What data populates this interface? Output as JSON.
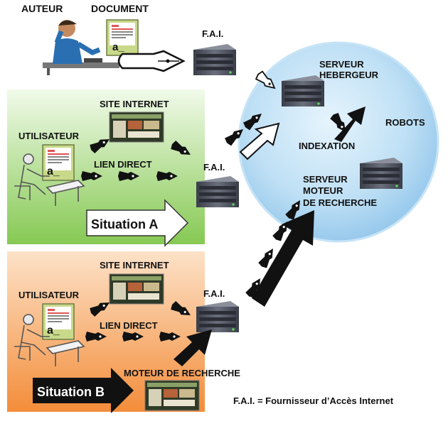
{
  "top": {
    "author_label": "AUTEUR",
    "document_label": "DOCUMENT",
    "doc_glyph": "a_",
    "fai_label": "F.A.I."
  },
  "circle": {
    "host_label_line1": "SERVEUR",
    "host_label_line2": "HEBERGEUR",
    "robots_label": "ROBOTS",
    "indexation_label": "INDEXATION",
    "search_label_line1": "SERVEUR",
    "search_label_line2": "MOTEUR",
    "search_label_line3": "DE RECHERCHE"
  },
  "panel_a": {
    "site_label": "SITE INTERNET",
    "user_label": "UTILISATEUR",
    "doc_glyph": "a_",
    "direct_link_label": "LIEN DIRECT",
    "fai_label": "F.A.I.",
    "situation_label": "Situation A",
    "color": "#a6d97c"
  },
  "panel_b": {
    "site_label": "SITE INTERNET",
    "user_label": "UTILISATEUR",
    "doc_glyph": "a_",
    "direct_link_label": "LIEN DIRECT",
    "fai_label": "F.A.I.",
    "search_engine_label": "MOTEUR DE RECHERCHE",
    "situation_label": "Situation B",
    "color": "#f7a965"
  },
  "footer": {
    "legend": "F.A.I. = Fournisseur d’Accès Internet"
  },
  "colors": {
    "circle_fill": "#bfe0f5",
    "server_dark": "#4e5361",
    "arrow": "#111111"
  }
}
